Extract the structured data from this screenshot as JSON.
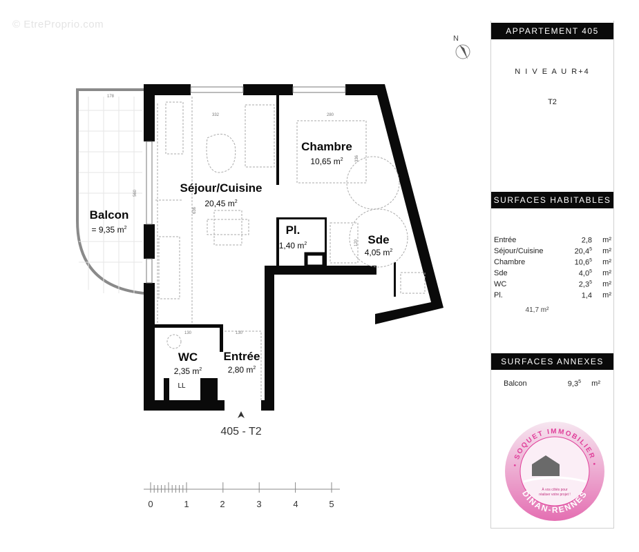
{
  "watermark": "© EtreProprio.com",
  "plan": {
    "unit_label": "405 - T2",
    "north_label": "N",
    "rooms": [
      {
        "name": "Séjour/Cuisine",
        "area": "20,45 m",
        "sup": "2"
      },
      {
        "name": "Balcon",
        "area": "= 9,35 m",
        "sup": "2"
      },
      {
        "name": "Chambre",
        "area": "10,65 m",
        "sup": "2"
      },
      {
        "name": "Pl.",
        "area": "1,40 m",
        "sup": "2"
      },
      {
        "name": "Sde",
        "area": "4,05 m",
        "sup": "2"
      },
      {
        "name": "WC",
        "area": "2,35 m",
        "sup": "2"
      },
      {
        "name": "Entrée",
        "area": "2,80 m",
        "sup": "2"
      }
    ],
    "small_labels": {
      "ll": "LL",
      "gtl": "GTL"
    },
    "dimensions": [
      "178",
      "560",
      "332",
      "636",
      "280",
      "336",
      "120",
      "130",
      "130"
    ],
    "scale_labels": [
      "0",
      "1",
      "2",
      "3",
      "4",
      "5"
    ]
  },
  "panel": {
    "title": "APPARTEMENT 405",
    "level": "N I V E A U  R+4",
    "type": "T2",
    "habitable_header": "SURFACES  HABITABLES",
    "habitable": [
      {
        "label": "Entrée",
        "value": "2,8",
        "sup": "",
        "unit": "m²"
      },
      {
        "label": "Séjour/Cuisine",
        "value": "20,4",
        "sup": "5",
        "unit": "m²"
      },
      {
        "label": "Chambre",
        "value": "10,6",
        "sup": "5",
        "unit": "m²"
      },
      {
        "label": "Sde",
        "value": "4,0",
        "sup": "5",
        "unit": "m²"
      },
      {
        "label": "WC",
        "value": "2,3",
        "sup": "5",
        "unit": "m²"
      },
      {
        "label": "Pl.",
        "value": "1,4",
        "sup": "",
        "unit": "m²"
      }
    ],
    "total": "41,7 m²",
    "annexes_header": "SURFACES  ANNEXES",
    "annexes": [
      {
        "label": "Balcon",
        "value": "9,3",
        "sup": "5",
        "unit": "m²"
      }
    ]
  },
  "logo": {
    "top_text": "• SOQUET IMMOBILIER •",
    "bottom_text": "DINAN-RENNES",
    "tagline": [
      "À vos côtés pour",
      "réaliser votre projet !"
    ],
    "color": "#e0409a"
  }
}
